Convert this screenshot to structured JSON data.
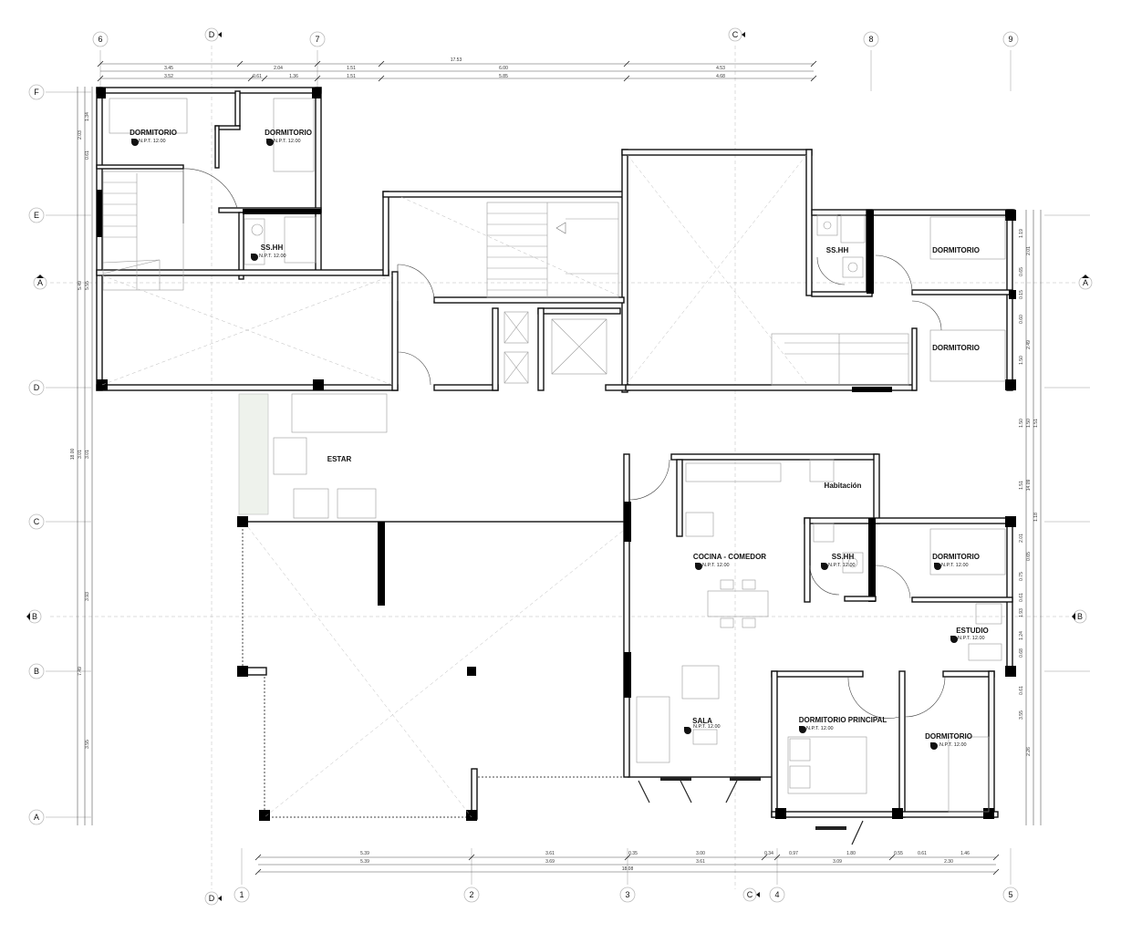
{
  "grid": {
    "top_numbers": [
      "6",
      "7",
      "8",
      "9"
    ],
    "bottom_numbers": [
      "1",
      "2",
      "3",
      "4",
      "5"
    ],
    "left_letters": [
      "F",
      "E",
      "D",
      "C",
      "B",
      "A"
    ],
    "section_marks": [
      "D",
      "C",
      "A",
      "B"
    ]
  },
  "rooms": [
    {
      "id": "dorm-nw1",
      "name": "DORMITORIO",
      "level": "N.P.T. 12.00"
    },
    {
      "id": "dorm-nw2",
      "name": "DORMITORIO",
      "level": "N.P.T. 12.00"
    },
    {
      "id": "sshh-nw",
      "name": "SS.HH",
      "level": "N.P.T. 12.00"
    },
    {
      "id": "sshh-ne",
      "name": "SS.HH",
      "level": ""
    },
    {
      "id": "dorm-ne1",
      "name": "DORMITORIO",
      "level": ""
    },
    {
      "id": "dorm-ne2",
      "name": "DORMITORIO",
      "level": ""
    },
    {
      "id": "estar",
      "name": "ESTAR",
      "level": ""
    },
    {
      "id": "habitacion",
      "name": "Habitación",
      "level": ""
    },
    {
      "id": "cocina",
      "name": "COCINA - COMEDOR",
      "level": "N.P.T. 12.00"
    },
    {
      "id": "sshh-se",
      "name": "SS.HH",
      "level": "N.P.T. 12.00"
    },
    {
      "id": "dorm-se1",
      "name": "DORMITORIO",
      "level": "N.P.T. 12.00"
    },
    {
      "id": "estudio",
      "name": "ESTUDIO",
      "level": "N.P.T. 12.00"
    },
    {
      "id": "sala",
      "name": "SALA",
      "level": "N.P.T. 12.00"
    },
    {
      "id": "dorm-principal",
      "name": "DORMITORIO PRINCIPAL",
      "level": "N.P.T. 12.00"
    },
    {
      "id": "dorm-se2",
      "name": "DORMITORIO",
      "level": "N.P.T. 12.00"
    }
  ],
  "dimensions": {
    "top_overall": "17.53",
    "top_row1": [
      "3.45",
      "2.04",
      "1.51",
      "6.00",
      "4.53"
    ],
    "top_row2": [
      "3.52",
      "0.61",
      "1.36",
      "1.51",
      "5.85",
      "4.68"
    ],
    "left_col": [
      "1.34",
      "2.03",
      "0.61",
      "5.49",
      "5.55",
      "18.00",
      "3.01",
      "3.01",
      "3.93",
      "7.49",
      "3.55"
    ],
    "right_col": [
      "1.19",
      "2.01",
      "0.65",
      "0.15",
      "0.60",
      "2.49",
      "1.50",
      "1.50",
      "1.50",
      "1.51",
      "1.51",
      "14.09",
      "1.18",
      "2.01",
      "0.65",
      "0.75",
      "0.61",
      "1.93",
      "1.24",
      "0.68",
      "0.61",
      "3.55",
      "2.26"
    ],
    "bottom_row1": [
      "5.39",
      "3.61",
      "0.35",
      "3.00",
      "0.34",
      "0.97",
      "1.80",
      "0.55",
      "0.61",
      "1.46"
    ],
    "bottom_row2": [
      "5.39",
      "3.69",
      "3.61",
      "3.09",
      "2.30"
    ],
    "bottom_overall": "18.08"
  }
}
